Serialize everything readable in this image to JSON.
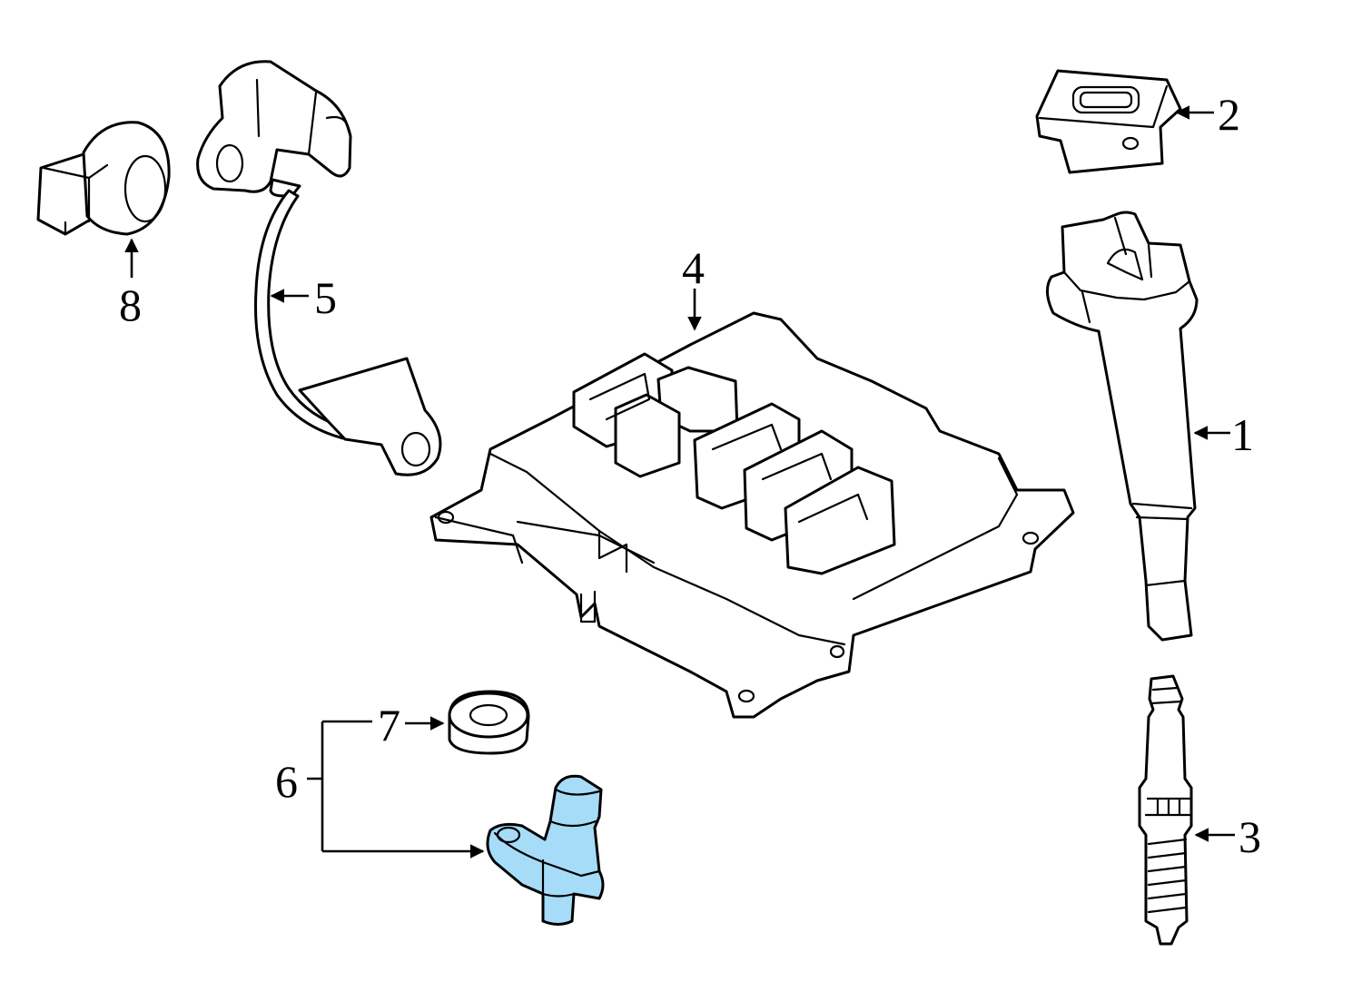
{
  "diagram": {
    "callouts": [
      {
        "id": "1",
        "label": "1"
      },
      {
        "id": "2",
        "label": "2"
      },
      {
        "id": "3",
        "label": "3"
      },
      {
        "id": "4",
        "label": "4"
      },
      {
        "id": "5",
        "label": "5"
      },
      {
        "id": "6",
        "label": "6"
      },
      {
        "id": "7",
        "label": "7"
      },
      {
        "id": "8",
        "label": "8"
      }
    ],
    "highlight_color": "#a6dcf7",
    "line_color": "#000000",
    "background": "#ffffff"
  }
}
